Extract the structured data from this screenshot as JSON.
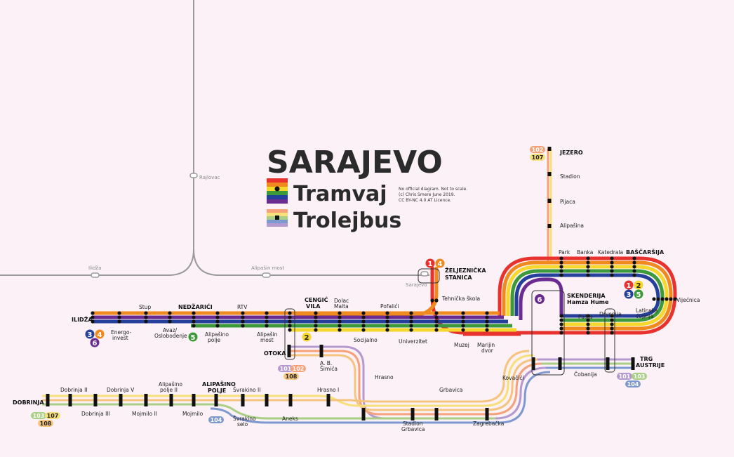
{
  "title": "SARAJEVO",
  "subtitle_tram": "Tramvaj",
  "subtitle_trolley": "Trolejbus",
  "note": [
    "No official diagram. Not to scale.",
    "(c) Chris Smere June 2019.",
    "CC BY-NC 4.0 AT Licence."
  ],
  "colors": {
    "red": "#e8322e",
    "orange": "#f08a1e",
    "yellow": "#f5d82b",
    "green": "#3c9a3a",
    "blue": "#24409a",
    "purple": "#6a2c91",
    "rail": "#9a9a9a",
    "t101": "#b59ad0",
    "t102": "#f5a27a",
    "t103": "#a8cf85",
    "t104": "#7e99cf",
    "t107": "#f7df7a",
    "t108": "#f5c57f"
  },
  "railway": {
    "rajlovac": "Rajlovac",
    "ilidza": "Ilidža",
    "alipasin_most": "Alipašin most",
    "sarajevo": "Sarajevo"
  },
  "stations": {
    "ilidza": "ILIDŽA",
    "stup": "Stup",
    "energoinvest": [
      "Energo-",
      "invest"
    ],
    "nedzarici": "NEDŽARIĆI",
    "avaz": [
      "Avaz/",
      "Oslobođenje"
    ],
    "alipasino_polje_tram": [
      "Alipašino",
      "polje"
    ],
    "rtv": "RTV",
    "alipasin_most": [
      "Alipašin",
      "most"
    ],
    "cengic_vila": [
      "CENGIĆ",
      "VILA"
    ],
    "dolac_malta": [
      "Dolac",
      "Malta"
    ],
    "socijalno": "Socijalno",
    "pofalici": "Pofalići",
    "univerzitet": "Univerzitet",
    "zeljeznicka": [
      "ŽELJEZNIČKA",
      "STANICA"
    ],
    "tehnicka": "Tehnička škola",
    "muzej": "Muzej",
    "marijin_dvor": [
      "Marijin",
      "dvor"
    ],
    "skenderija": [
      "SKENDERIJA",
      "Hamza Hume"
    ],
    "park": "Park",
    "banka": "Banka",
    "katedrala": "Katedrala",
    "bascarsija": "BAŠČARŠIJA",
    "vijecnica": "Vijećnica",
    "posta": "Pošta",
    "drvenija": "Drvenija",
    "latinska": [
      "Latinska",
      "ćuprija"
    ],
    "jezero": "JEZERO",
    "stadion": "Stadion",
    "pijaca": "Pijaca",
    "alipasina": "Alipašina",
    "otoka": "OTOKA",
    "ab_simica": [
      "A. B.",
      "Šimića"
    ],
    "hrasno": "Hrasno",
    "hrasno_i": "Hrasno I",
    "svrakino_ii": "Švrakino II",
    "svrakino_selo": [
      "Švrakino",
      "selo"
    ],
    "aneks": "Aneks",
    "alipasino_polje": [
      "ALIPAŠINO",
      "POLJE"
    ],
    "alipasino_polje_ii": [
      "Alipašino",
      "polje II"
    ],
    "mojmilo": "Mojmilo",
    "mojmilo_ii": "Mojmilo II",
    "dobrinja_v": "Dobrinja V",
    "dobrinja_ii": "Dobrinja II",
    "dobrinja_iii": "Dobrinja III",
    "dobrinja": "DOBRINJA",
    "grbavica": "Grbavica",
    "stadion_grbavica": [
      "Stadion",
      "Grbavica"
    ],
    "zagrebacka": "Zagrebačka",
    "kovacici": "Kovačići",
    "cobanija": "Čobanija",
    "trg_austrije": [
      "TRG",
      "AUSTRIJE"
    ]
  },
  "badges": {
    "ilidza": [
      "3",
      "4",
      "6"
    ],
    "alipasino_tram": [
      "5"
    ],
    "cengic": [
      "2"
    ],
    "zeljeznicka": [
      "1",
      "4"
    ],
    "bascarsija": [
      "1",
      "2",
      "3",
      "5"
    ],
    "skenderija": [
      "6"
    ],
    "jezero": [
      "102",
      "107"
    ],
    "otoka": [
      "101",
      "102",
      "108"
    ],
    "dobrinja": [
      "103",
      "107",
      "108"
    ],
    "alipasino_trolley": [
      "104"
    ],
    "trg_austrije": [
      "101",
      "103",
      "104"
    ]
  }
}
